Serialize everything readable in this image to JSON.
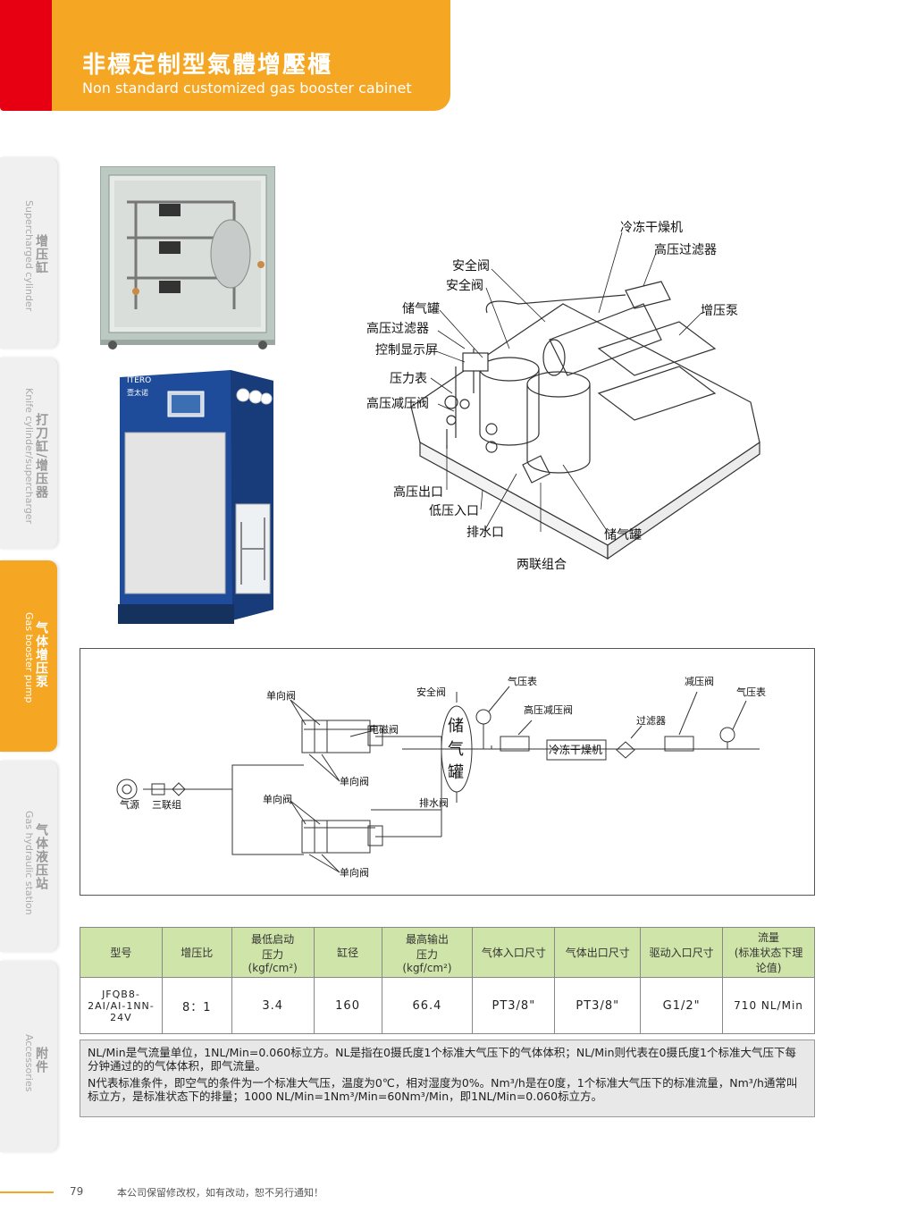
{
  "header": {
    "title": "非標定制型氣體增壓櫃",
    "subtitle": "Non standard customized gas booster cabinet"
  },
  "sidebar": {
    "tabs": [
      {
        "cn": "增压缸",
        "en": "Supercharged cylinder",
        "active": false
      },
      {
        "cn": "打刀缸/增压器",
        "en": "Knife cylinder/supercharger",
        "active": false
      },
      {
        "cn": "气体增压泵",
        "en": "Gas booster pump",
        "active": true
      },
      {
        "cn": "气体液压站",
        "en": "Gas hydraulic station",
        "active": false
      },
      {
        "cn": "附件",
        "en": "Accessories",
        "active": false
      }
    ]
  },
  "cabinet": {
    "brand": "ITERO",
    "brand_cn": "壹太诺"
  },
  "iso_labels": {
    "l1": "冷冻干燥机",
    "l2": "高压过滤器",
    "l3": "安全阀",
    "l4": "安全阀",
    "l5": "增压泵",
    "l6": "储气罐",
    "l7": "高压过滤器",
    "l8": "控制显示屏",
    "l9": "压力表",
    "l10": "高压减压阀",
    "l11": "高压出口",
    "l12": "低压入口",
    "l13": "排水口",
    "l14": "储气罐",
    "l15": "两联组合"
  },
  "schematic": {
    "d1": "单向阀",
    "d2": "电磁阀",
    "d3": "单向阀",
    "d4": "单向阀",
    "d5": "单向阀",
    "d6": "气源",
    "d7": "三联组",
    "d8": "安全阀",
    "d9": "储",
    "d10": "气",
    "d11": "罐",
    "d12": "排水阀",
    "d13": "气压表",
    "d14": "高压减压阀",
    "d15": "冷冻干燥机",
    "d16": "过滤器",
    "d17": "减压阀",
    "d18": "气压表"
  },
  "table": {
    "headers": [
      [
        "型号"
      ],
      [
        "增压比"
      ],
      [
        "最低启动",
        "压力",
        "(kgf/cm²)"
      ],
      [
        "缸径"
      ],
      [
        "最高输出",
        "压力",
        "(kgf/cm²)"
      ],
      [
        "气体入口尺寸"
      ],
      [
        "气体出口尺寸"
      ],
      [
        "驱动入口尺寸"
      ],
      [
        "流量",
        "(标准状态下理",
        "论值)"
      ]
    ],
    "row": [
      "JFQB8-2AI/AI-1NN-24V",
      "8：1",
      "3.4",
      "160",
      "66.4",
      "PT3/8\"",
      "PT3/8\"",
      "G1/2\"",
      "710 NL/Min"
    ]
  },
  "notes": {
    "p1": "NL/Min是气流量单位，1NL/Min=0.060标立方。NL是指在0摄氏度1个标准大气压下的气体体积；NL/Min则代表在0摄氏度1个标准大气压下每分钟通过的的气体体积，即气流量。",
    "p2": "N代表标准条件，即空气的条件为一个标准大气压，温度为0℃，相对湿度为0%。Nm³/h是在0度，1个标准大气压下的标准流量，Nm³/h通常叫标立方，是标准状态下的排量；1000 NL/Min=1Nm³/Min=60Nm³/Min，即1NL/Min=0.060标立方。"
  },
  "footer": {
    "page": "79",
    "text": "本公司保留修改权，如有改动，恕不另行通知！"
  },
  "colors": {
    "orange": "#f5a623",
    "red": "#e60012",
    "table_head": "#cfe4a8",
    "cabinet_blue": "#1f4c9a"
  }
}
